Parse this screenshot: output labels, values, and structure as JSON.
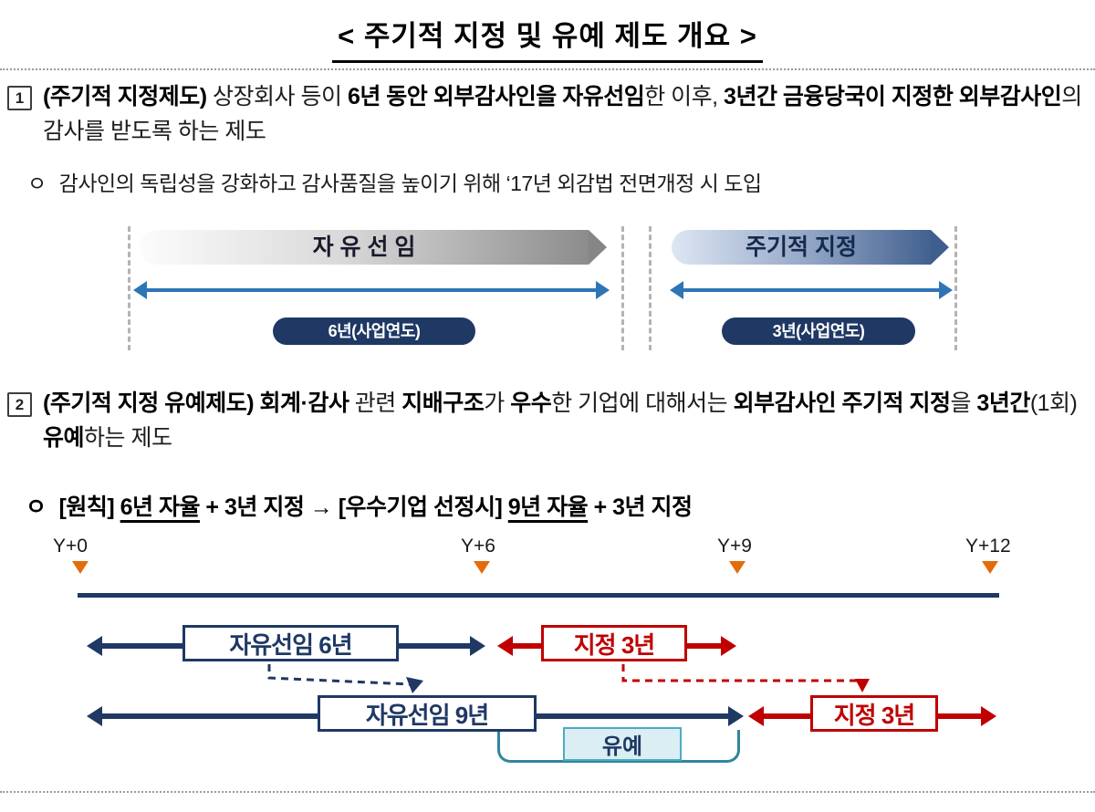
{
  "title": "< 주기적 지정 및 유예 제도 개요 >",
  "colors": {
    "navy": "#1F3864",
    "red": "#C00000",
    "blue_arrow": "#2E75B6",
    "marker_orange": "#E36C09",
    "deferral_fill": "#DAEEF3",
    "deferral_border": "#4BACC6",
    "bracket_teal": "#31859C"
  },
  "section1": {
    "number": "1",
    "seg": [
      "(주기적 지정제도) ",
      "상장회사 등이 ",
      "6년 동안 외부감사인을 자유선임",
      "한 이후, ",
      "3년간 금융당국이 지정한 외부감사인",
      "의 감사를 받도록 하는 제도"
    ],
    "bullet_marker": "ㅇ",
    "bullet": "감사인의 독립성을 강화하고 감사품질을 높이기 위해 ‘17년 외감법 전면개정 시 도입"
  },
  "diagram1": {
    "free_label": "자 유 선 임",
    "free_period": "6년(사업연도)",
    "designated_label": "주기적 지정",
    "designated_period": "3년(사업연도)"
  },
  "section2": {
    "number": "2",
    "seg": [
      "(주기적 지정 유예제도) ",
      "회계·감사",
      " 관련 ",
      "지배구조",
      "가 ",
      "우수",
      "한 기업에 대해서는 ",
      "외부감사인 주기적 지정",
      "을 ",
      "3년간",
      "(1회) ",
      "유예",
      "하는 제도"
    ],
    "bullet_marker": "ㅇ",
    "rule_seg": [
      "[원칙] ",
      "6년 자율",
      " + 3년 지정 → [우수기업 선정시] ",
      "9년 자율",
      " + 3년 지정"
    ]
  },
  "timeline": {
    "labels": [
      "Y+0",
      "Y+6",
      "Y+9",
      "Y+12"
    ],
    "row1_free": "자유선임 6년",
    "row1_designated": "지정 3년",
    "row2_free": "자유선임 9년",
    "row2_designated": "지정 3년",
    "deferral": "유예"
  }
}
